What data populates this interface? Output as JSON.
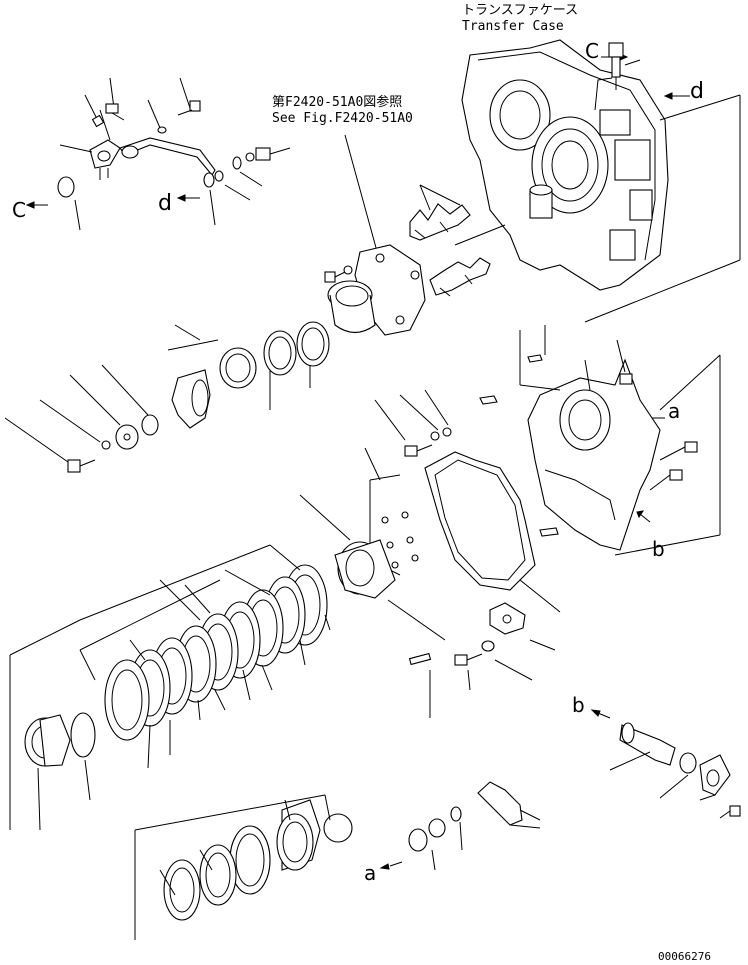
{
  "header": {
    "transfer_case_jp": "トランスファケース",
    "transfer_case_en": "Transfer Case",
    "see_fig_jp": "第F2420-51A0図参照",
    "see_fig_en": "See Fig.F2420-51A0"
  },
  "callouts": {
    "a_top": "a",
    "b_mid": "b",
    "b_bottom": "b",
    "a_bottom": "a",
    "c_top": "C",
    "c_left": "C",
    "d_left": "d",
    "d_right": "d"
  },
  "drawing_number": "00066276",
  "colors": {
    "line": "#000000",
    "background": "#ffffff"
  }
}
